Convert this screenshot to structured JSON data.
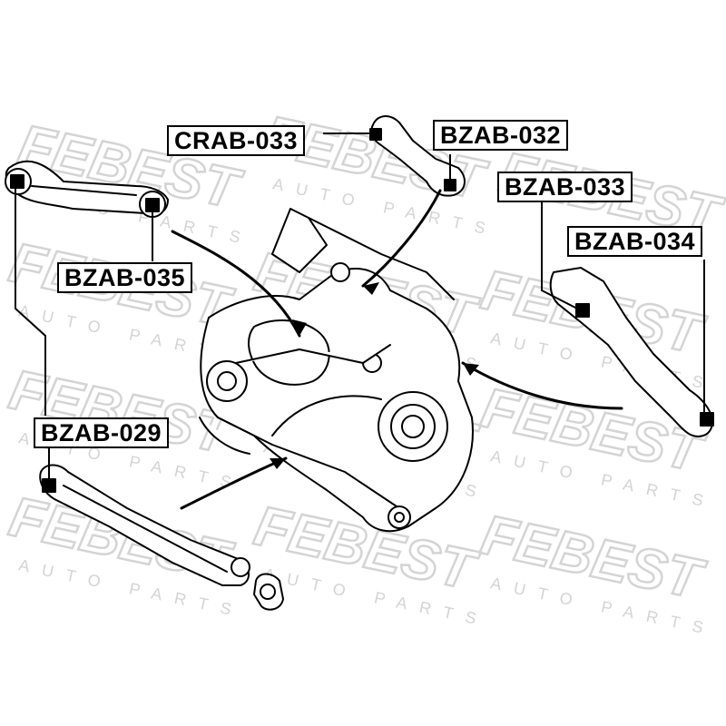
{
  "watermark": {
    "brand": "FEBEST",
    "tagline": "AUTO PARTS"
  },
  "parts": {
    "crab_033": "CRAB-033",
    "bzab_032": "BZAB-032",
    "bzab_033": "BZAB-033",
    "bzab_034": "BZAB-034",
    "bzab_035": "BZAB-035",
    "bzab_029": "BZAB-029"
  },
  "colors": {
    "ink": "#000000",
    "watermark": "#d4d4d4"
  }
}
